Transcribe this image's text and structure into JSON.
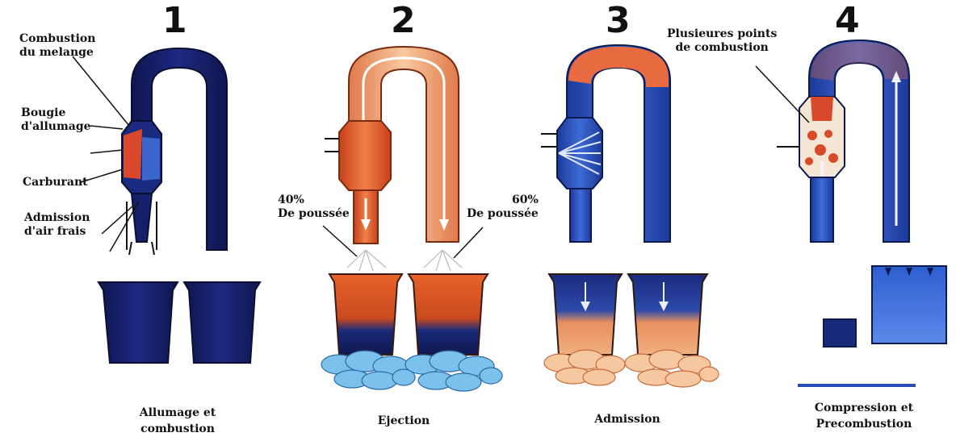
{
  "panels": [
    {
      "number": "1",
      "caption": "Allumage et\ncombustion"
    },
    {
      "number": "2",
      "caption": "Ejection"
    },
    {
      "number": "3",
      "caption": "Admission"
    },
    {
      "number": "4",
      "caption": "Compression et\nPrecombustion"
    }
  ],
  "labels": {
    "combustion_melange": "Combustion\ndu melange",
    "bougie": "Bougie\nd'allumage",
    "carburant": "Carburant",
    "admission_air": "Admission\nd'air frais",
    "poussee_40": "40%\nDe poussée",
    "poussee_60": "60%\nDe poussée",
    "plusieurs_points": "Plusieures points\nde combustion"
  },
  "colors": {
    "dark_blue": "#15206a",
    "blue": "#2a4bb8",
    "light_blue": "#4a7ee0",
    "orange": "#e8632a",
    "light_orange": "#f3a070",
    "water": "#6fb3e6",
    "cream": "#f4e4d0"
  }
}
